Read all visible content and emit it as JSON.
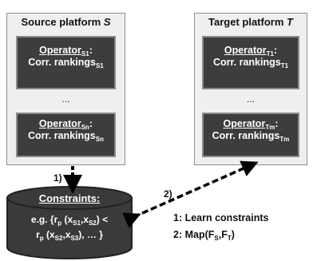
{
  "source_panel": {
    "title": "Source platform ",
    "title_symbol": "S",
    "operators": [
      {
        "name": "Operator",
        "name_sub": "S1",
        "suffix": ":",
        "rankings": "Corr. rankings",
        "rankings_sub": "S1"
      },
      {
        "name": "Operator",
        "name_sub": "Sn",
        "suffix": ":",
        "rankings": "Corr. rankings",
        "rankings_sub": "Sn"
      }
    ],
    "ellipsis": "..."
  },
  "target_panel": {
    "title": "Target platform ",
    "title_symbol": "T",
    "operators": [
      {
        "name": "Operator",
        "name_sub": "T1",
        "suffix": ":",
        "rankings": "Corr. rankings",
        "rankings_sub": "T1"
      },
      {
        "name": "Operator",
        "name_sub": "Tm",
        "suffix": ":",
        "rankings": "Corr. rankings",
        "rankings_sub": "Tm"
      }
    ],
    "ellipsis": "..."
  },
  "constraints": {
    "title": "Constraints:",
    "line1_a": "e.g. {r",
    "line1_sub_p": "p",
    "line1_b": " (x",
    "line1_sub1": "S1",
    "line1_c": ",x",
    "line1_sub2": "S2",
    "line1_d": ") <",
    "line2_a": "r",
    "line2_sub_p": "p",
    "line2_b": " (x",
    "line2_sub1": "S2",
    "line2_c": ",x",
    "line2_sub2": "S3",
    "line2_d": "), … }"
  },
  "steps": {
    "arrow1_label": "1)",
    "arrow2_label": "2)"
  },
  "legend": {
    "item1": "1: Learn constraints",
    "item2_a": "2: Map(F",
    "item2_sub1": "S",
    "item2_b": ",F",
    "item2_sub2": "T",
    "item2_c": ")"
  },
  "colors": {
    "panel_bg": "#efefef",
    "operator_bg": "#3d3d3d",
    "cylinder_bg": "#3a3a3a",
    "arrow": "#000000"
  }
}
